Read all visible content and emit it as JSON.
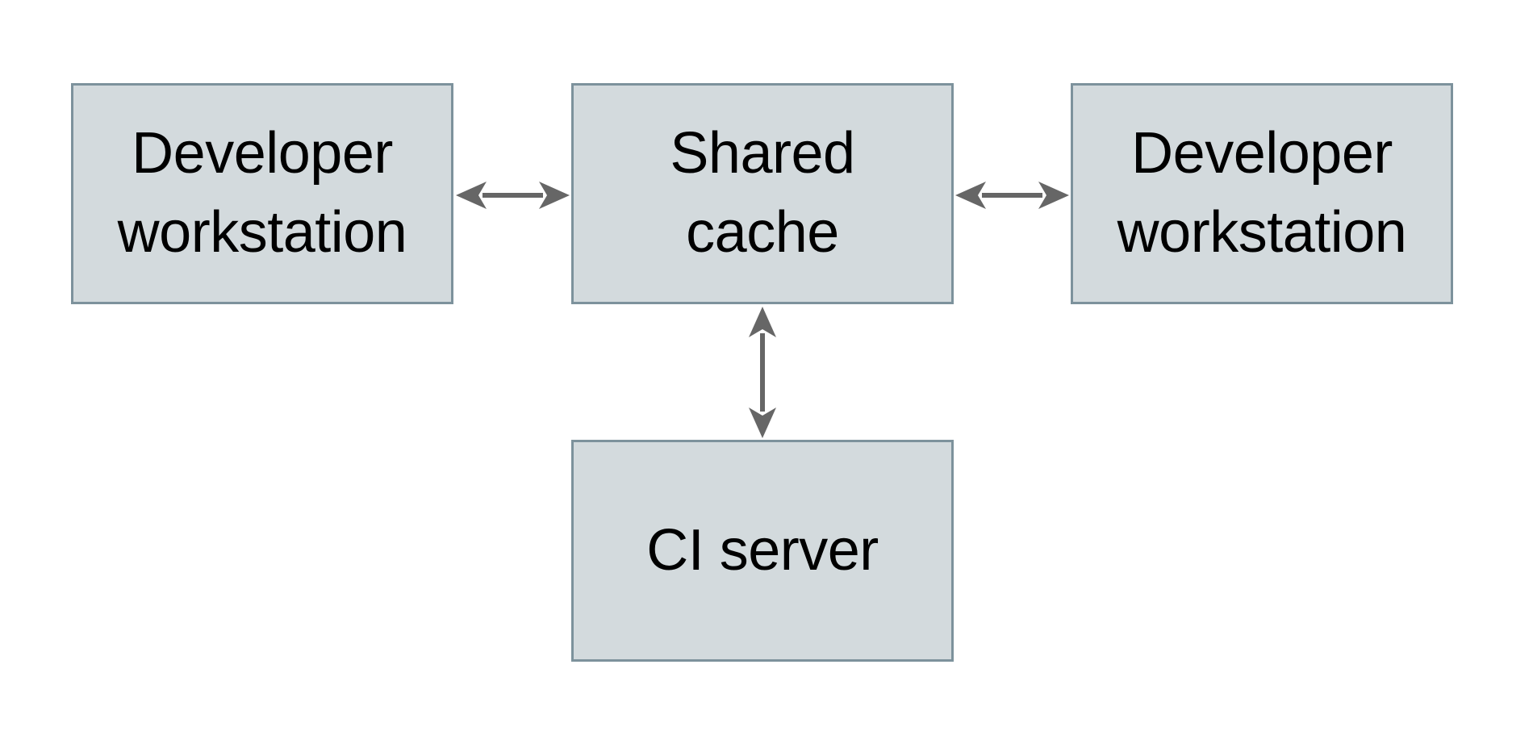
{
  "diagram": {
    "type": "architecture-diagram",
    "nodes": [
      {
        "id": "developer-workstation-left",
        "label": "Developer\nworkstation"
      },
      {
        "id": "shared-cache",
        "label": "Shared\ncache"
      },
      {
        "id": "developer-workstation-right",
        "label": "Developer\nworkstation"
      },
      {
        "id": "ci-server",
        "label": "CI server"
      }
    ],
    "edges": [
      {
        "from": "developer-workstation-left",
        "to": "shared-cache",
        "direction": "bidirectional"
      },
      {
        "from": "shared-cache",
        "to": "developer-workstation-right",
        "direction": "bidirectional"
      },
      {
        "from": "shared-cache",
        "to": "ci-server",
        "direction": "bidirectional"
      }
    ]
  },
  "colors": {
    "node-fill": "#d3dadd",
    "node-border": "#7d929c",
    "arrow": "#666666",
    "text": "#000000",
    "background": "#ffffff"
  }
}
